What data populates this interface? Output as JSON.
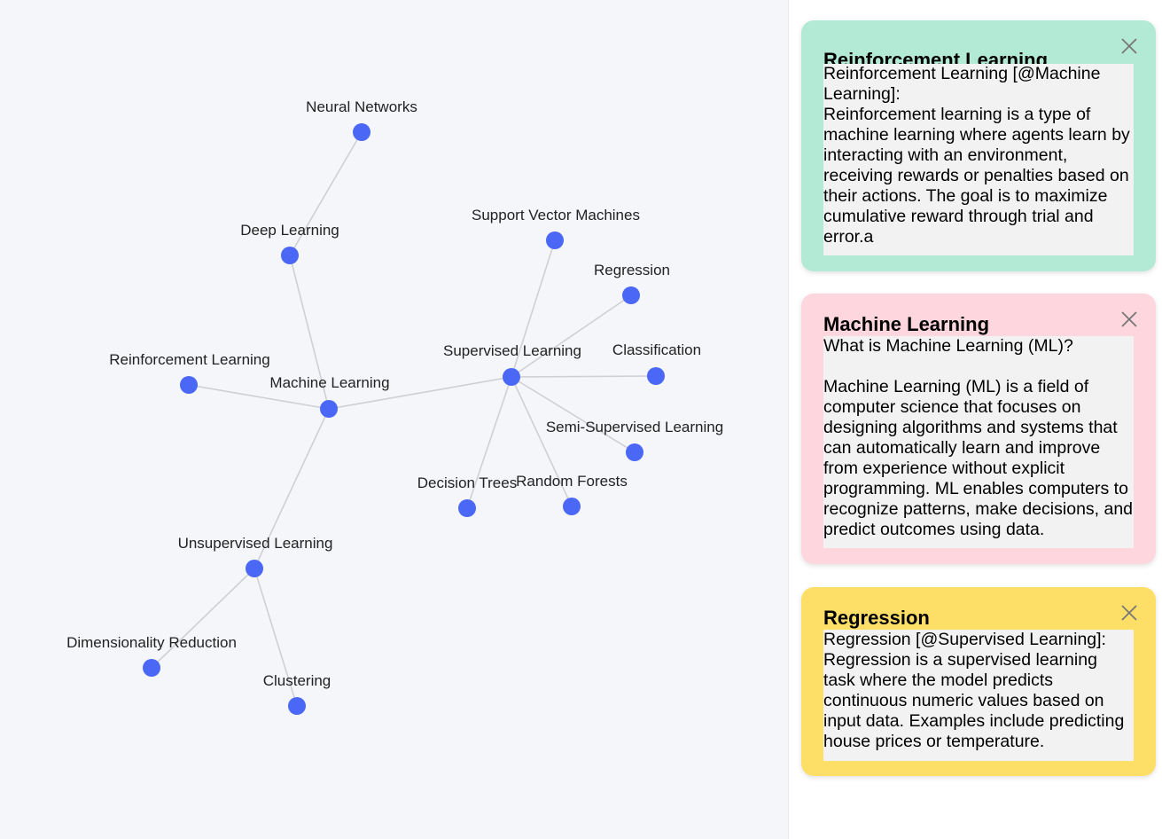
{
  "graph": {
    "node_color": "#4a68f5",
    "edge_color": "#cfcfd4",
    "nodes": [
      {
        "id": "ml",
        "label": "Machine Learning"
      },
      {
        "id": "dl",
        "label": "Deep Learning"
      },
      {
        "id": "nn",
        "label": "Neural Networks"
      },
      {
        "id": "rl",
        "label": "Reinforcement Learning"
      },
      {
        "id": "sl",
        "label": "Supervised Learning"
      },
      {
        "id": "svm",
        "label": "Support Vector Machines"
      },
      {
        "id": "reg",
        "label": "Regression"
      },
      {
        "id": "cls",
        "label": "Classification"
      },
      {
        "id": "ssl",
        "label": "Semi-Supervised Learning"
      },
      {
        "id": "rf",
        "label": "Random Forests"
      },
      {
        "id": "dt",
        "label": "Decision Trees"
      },
      {
        "id": "ul",
        "label": "Unsupervised Learning"
      },
      {
        "id": "dr",
        "label": "Dimensionality Reduction"
      },
      {
        "id": "clu",
        "label": "Clustering"
      }
    ],
    "edges": [
      [
        "nn",
        "dl"
      ],
      [
        "dl",
        "ml"
      ],
      [
        "rl",
        "ml"
      ],
      [
        "ml",
        "sl"
      ],
      [
        "ml",
        "ul"
      ],
      [
        "sl",
        "svm"
      ],
      [
        "sl",
        "reg"
      ],
      [
        "sl",
        "cls"
      ],
      [
        "sl",
        "ssl"
      ],
      [
        "sl",
        "rf"
      ],
      [
        "sl",
        "dt"
      ],
      [
        "ul",
        "dr"
      ],
      [
        "ul",
        "clu"
      ]
    ]
  },
  "cards": [
    {
      "title": "Reinforcement Learning",
      "color": "#b3ead6",
      "close_icon": "close-icon",
      "body": "Reinforcement Learning [@Machine Learning]:\nReinforcement learning is a type of machine learning where agents learn by interacting with an environment, receiving rewards or penalties based on their actions. The goal is to maximize cumulative reward through trial and error.a"
    },
    {
      "title": "Machine Learning",
      "color": "#fdd6de",
      "close_icon": "close-icon",
      "body": "What is Machine Learning (ML)?\n\nMachine Learning (ML) is a field of computer science that focuses on designing algorithms and systems that can automatically learn and improve from experience without explicit programming. ML enables computers to recognize patterns, make decisions, and predict outcomes using data."
    },
    {
      "title": "Regression",
      "color": "#fddf68",
      "close_icon": "close-icon",
      "body": "Regression [@Supervised Learning]:\nRegression is a supervised learning task where the model predicts continuous numeric values based on input data. Examples include predicting house prices or temperature."
    }
  ]
}
